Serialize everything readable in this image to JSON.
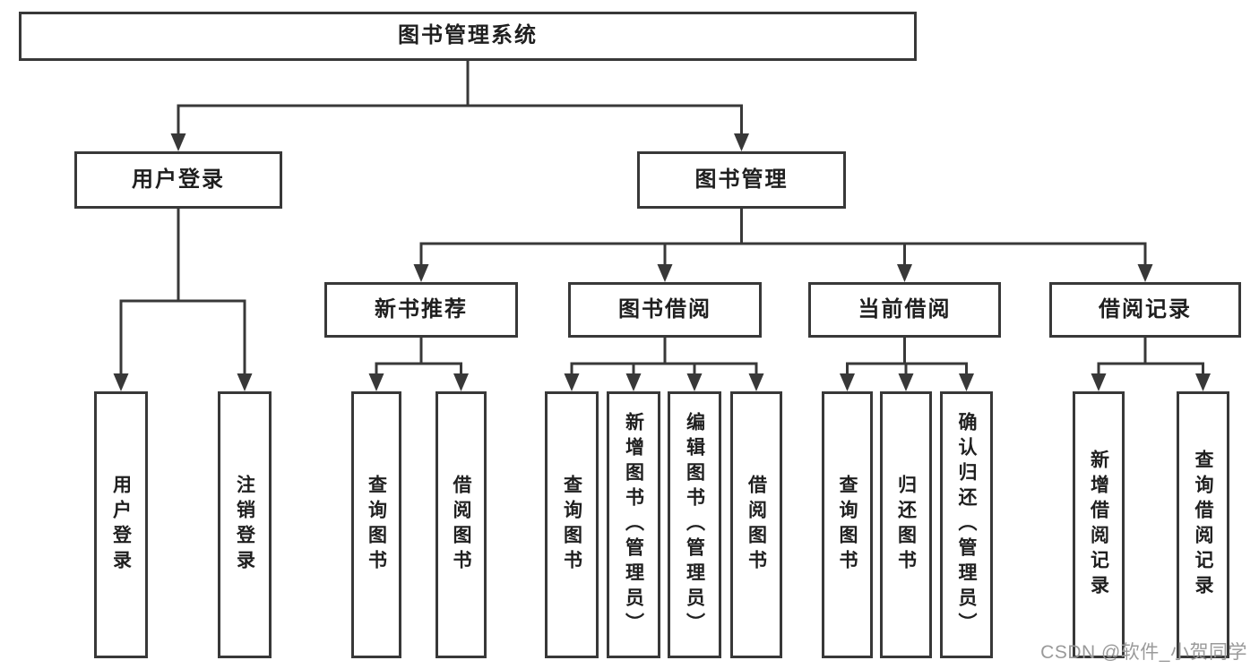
{
  "diagram": {
    "title": "图书管理系统",
    "nodes": [
      {
        "id": "root",
        "label": "图书管理系统",
        "parent": null
      },
      {
        "id": "login",
        "label": "用户登录",
        "parent": "root"
      },
      {
        "id": "bookmgmt",
        "label": "图书管理",
        "parent": "root"
      },
      {
        "id": "newbook",
        "label": "新书推荐",
        "parent": "bookmgmt"
      },
      {
        "id": "borrow",
        "label": "图书借阅",
        "parent": "bookmgmt"
      },
      {
        "id": "current",
        "label": "当前借阅",
        "parent": "bookmgmt"
      },
      {
        "id": "records",
        "label": "借阅记录",
        "parent": "bookmgmt"
      },
      {
        "id": "userlogin",
        "label": "用户登录",
        "parent": "login"
      },
      {
        "id": "logout",
        "label": "注销登录",
        "parent": "login"
      },
      {
        "id": "nb-query",
        "label": "查询图书",
        "parent": "newbook"
      },
      {
        "id": "nb-borrow",
        "label": "借阅图书",
        "parent": "newbook"
      },
      {
        "id": "bw-query",
        "label": "查询图书",
        "parent": "borrow"
      },
      {
        "id": "bw-add",
        "label": "新增图书（管理员）",
        "parent": "borrow"
      },
      {
        "id": "bw-edit",
        "label": "编辑图书（管理员）",
        "parent": "borrow"
      },
      {
        "id": "bw-borrow",
        "label": "借阅图书",
        "parent": "borrow"
      },
      {
        "id": "cu-query",
        "label": "查询图书",
        "parent": "current"
      },
      {
        "id": "cu-return",
        "label": "归还图书",
        "parent": "current"
      },
      {
        "id": "cu-confirm",
        "label": "确认归还（管理员）",
        "parent": "current"
      },
      {
        "id": "rc-add",
        "label": "新增借阅记录",
        "parent": "records"
      },
      {
        "id": "rc-query",
        "label": "查询借阅记录",
        "parent": "records"
      }
    ],
    "colors": {
      "line": "#383838",
      "box_border": "#383838",
      "text": "#1f1f1f",
      "watermark": "#9a9a9a",
      "background": "#ffffff"
    }
  },
  "watermark": {
    "text": "CSDN @软件_小贺同学"
  }
}
